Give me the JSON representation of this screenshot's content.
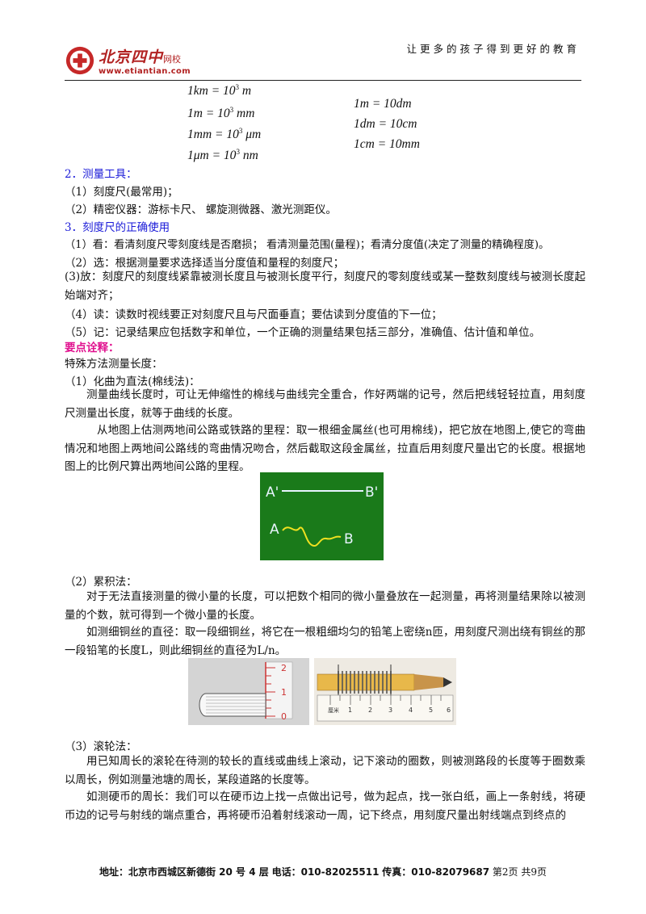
{
  "header": {
    "logo_name": "北京四中",
    "logo_sub": "网校",
    "logo_url": "www.etiantian.com",
    "slogan": "让更多的孩子得到更好的教育"
  },
  "formulas_left": [
    {
      "lhs": "1km = 10",
      "exp": "3",
      "unit": " m"
    },
    {
      "lhs": "1m = 10",
      "exp": "3",
      "unit": " mm"
    },
    {
      "lhs": "1mm = 10",
      "exp": "3",
      "unit": " μm"
    },
    {
      "lhs": "1μm = 10",
      "exp": "3",
      "unit": " nm"
    }
  ],
  "formulas_right": [
    "1m = 10dm",
    "1dm = 10cm",
    "1cm = 10mm"
  ],
  "body": {
    "h2": "2．测量工具：",
    "tool1": "（1）刻度尺(最常用)；",
    "tool2": "（2）精密仪器：游标卡尺、  螺旋测微器、激光测距仪。",
    "h3": "3．刻度尺的正确使用",
    "use1": "（1）看：看清刻度尺零刻度线是否磨损；  看清测量范围(量程)；看清分度值(决定了测量的精确程度)。",
    "use2": "（2）选：根据测量要求选择适当分度值和量程的刻度尺；",
    "use3": "(3)放：刻度尺的刻度线紧靠被测长度且与被测长度平行，刻度尺的零刻度线或某一整数刻度线与被测长度起始端对齐；",
    "use4": "（4）读：读数时视线要正对刻度尺且与尺面垂直；要估读到分度值的下一位；",
    "use5": "（5）记：记录结果应包括数字和单位，一个正确的测量结果包括三部分，准确值、估计值和单位。",
    "key_title": "要点诠释：",
    "special": "特殊方法测量长度：",
    "m1_title": "（1）化曲为直法(棉线法)：",
    "m1_p1": "测量曲线长度时，可让无伸缩性的棉线与曲线完全重合，作好两端的记号，然后把线轻轻拉直，用刻度尺测量出长度，就等于曲线的长度。",
    "m1_p2": "从地图上估测两地间公路或铁路的里程：取一根细金属丝(也可用棉线)，把它放在地图上,使它的弯曲情况和地图上两地间公路线的弯曲情况吻合，然后截取这段金属丝，拉直后用刻度尺量出它的长度。根据地图上的比例尺算出两地间公路的里程。",
    "m2_title": "（2）累积法：",
    "m2_p1": "对于无法直接测量的微小量的长度，可以把数个相同的微小量叠放在一起测量，再将测量结果除以被测量的个数，就可得到一个微小量的长度。",
    "m2_p2": "如测细铜丝的直径：取一段细铜丝，将它在一根粗细均匀的铅笔上密绕n匝，用刻度尺测出绕有铜丝的那一段铅笔的长度L，则此细铜丝的直径为L/n。",
    "m3_title": "（3）滚轮法：",
    "m3_p1": "用已知周长的滚轮在待测的较长的直线或曲线上滚动，记下滚动的圈数，则被测路段的长度等于圈数乘以周长，例如测量池塘的周长，某段道路的长度等。",
    "m3_p2": "如测硬币的周长：我们可以在硬币边上找一点做出记号，做为起点，找一张白纸，画上一条射线，将硬币边的记号与射线的端点重合，再将硬币沿着射线滚动一周，记下终点，用刻度尺量出射线端点到终点的"
  },
  "fig1": {
    "a_prime": "A'",
    "b_prime": "B'",
    "a": "A",
    "b": "B"
  },
  "fig2": {
    "ticks": [
      "2",
      "1",
      "0"
    ]
  },
  "fig3": {
    "ruler_label": "厘米",
    "numbers": [
      "1",
      "2",
      "3",
      "4",
      "5",
      "6"
    ]
  },
  "footer": {
    "addr_label": "地址：",
    "addr": "北京市西城区新德街 20 号 4 层",
    "tel_label": "电话：",
    "tel": "010-82025511",
    "fax_label": "传真：",
    "fax": "010-82079687",
    "page": "第2页",
    "total": "共9页"
  },
  "colors": {
    "heading": "#1a1ad8",
    "key": "#e0108e",
    "logo": "#b22222",
    "figure_bg": "#1a7a1a"
  }
}
